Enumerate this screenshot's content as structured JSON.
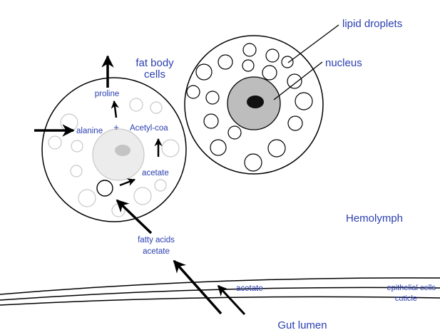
{
  "labels": {
    "lipid_droplets": "lipid droplets",
    "nucleus": "nucleus",
    "fat_body_line1": "fat body",
    "fat_body_line2": "cells",
    "proline": "proline",
    "alanine": "alanine",
    "plus": "+",
    "acetyl_coa": "Acetyl-coa",
    "acetate_inner": "acetate",
    "hemolymph": "Hemolymph",
    "fatty_acids": "fatty acids",
    "acetate_mid": "acetate",
    "acetate_gut": "acetate",
    "epithelial_cells": "epithelial cells",
    "cuticle": "cuticle",
    "gut_lumen": "Gut lumen"
  },
  "colors": {
    "label": "#2b3fb0",
    "outline": "#000000",
    "light_droplet": "#c8c8c8",
    "light_nucleus_fill": "#ececec",
    "light_nucleolus": "#c4c4c4",
    "dark_nucleus_fill": "#bdbdbd",
    "dark_nucleolus": "#111111"
  }
}
